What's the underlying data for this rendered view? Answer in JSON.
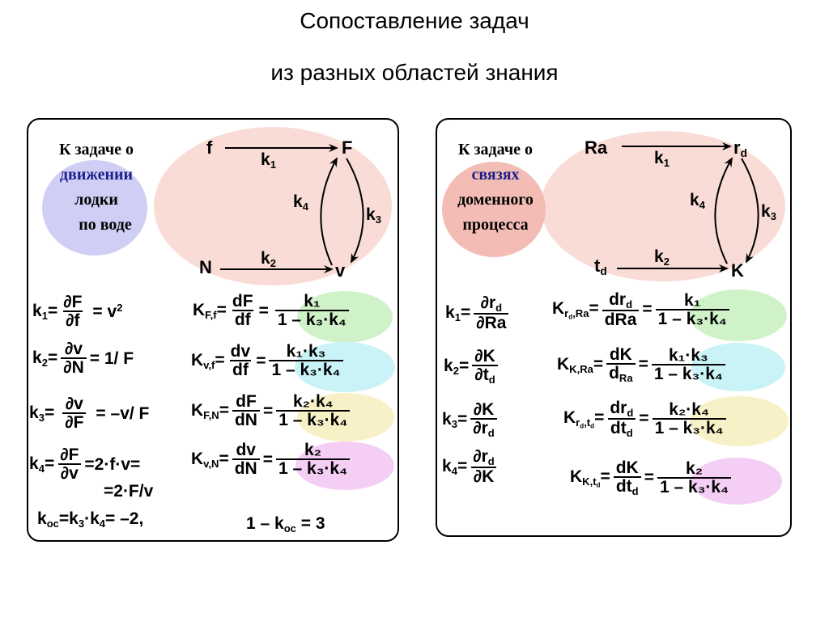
{
  "title": {
    "line1": "Сопоставление  задач",
    "line2": "из разных областей знания"
  },
  "left": {
    "caption": [
      "К  задаче о",
      "движении",
      "лодки",
      "по воде"
    ],
    "nodes": {
      "f": "f",
      "F": "F",
      "N": "N",
      "v": "v"
    },
    "arrows": {
      "top": "k",
      "top_sub": "1",
      "bottom": "k",
      "bottom_sub": "2",
      "left": "k",
      "left_sub": "4",
      "right": "k",
      "right_sub": "3"
    },
    "defs": [
      {
        "lhs": "k",
        "lhs_sub": "1",
        "eq": "=",
        "num": "∂F",
        "den": "∂f",
        "rhs": "= v",
        "rhs_sup": "2"
      },
      {
        "lhs": "k",
        "lhs_sub": "2",
        "eq": "=",
        "num": "∂v",
        "den": "∂N",
        "rhs": "= 1/ F"
      },
      {
        "lhs": "k",
        "lhs_sub": "3",
        "eq": "=",
        "num": "∂v",
        "den": "∂F",
        "rhs": "= –v/ F"
      },
      {
        "lhs": "k",
        "lhs_sub": "4",
        "eq": "=",
        "num": "∂F",
        "den": "∂v",
        "rhs": "=2·f·v="
      }
    ],
    "def4_cont": "=2·F/v",
    "koc": {
      "k": "k",
      "sub": "oc",
      "mid": "=k",
      "s3": "3",
      "dot": "·k",
      "s4": "4",
      "end": "= –2,",
      "trail": ","
    },
    "koc_formula": {
      "pre": "1 – k",
      "sub": "oc",
      "post": " = 3"
    },
    "transfers": [
      {
        "K": "K",
        "sub": "F,f",
        "num": "dF",
        "den": "df",
        "rnum": "k₁",
        "rden": "1 – k₃·k₄",
        "color": "#cff2c8"
      },
      {
        "K": "K",
        "sub": "v,f",
        "num": "dv",
        "den": "df",
        "rnum": "k₁·k₃",
        "rden": "1 – k₃·k₄",
        "color": "#c9f3f6"
      },
      {
        "K": "K",
        "sub": "F,N",
        "num": "dF",
        "den": "dN",
        "rnum": "k₂·k₄",
        "rden": "1 – k₃·k₄",
        "color": "#f8f1c8"
      },
      {
        "K": "K",
        "sub": "v,N",
        "num": "dv",
        "den": "dN",
        "rnum": "k₂",
        "rden": "1 – k₃·k₄",
        "color": "#f5cef5"
      }
    ]
  },
  "right": {
    "caption": [
      "К  задаче о",
      "связях",
      "доменного",
      "процесса"
    ],
    "nodes": {
      "Ra": "Ra",
      "rd": "r",
      "rd_sub": "d",
      "td": "t",
      "td_sub": "d",
      "K": "K"
    },
    "arrows": {
      "top": "k",
      "top_sub": "1",
      "bottom": "k",
      "bottom_sub": "2",
      "left": "k",
      "left_sub": "4",
      "right": "k",
      "right_sub": "3"
    },
    "defs": [
      {
        "lhs": "k",
        "lhs_sub": "1",
        "eq": "=",
        "num": "∂r",
        "num_sub": "d",
        "den": "∂Ra"
      },
      {
        "lhs": "k",
        "lhs_sub": "2",
        "eq": "=",
        "num": "∂K",
        "den": "∂t",
        "den_sub": "d"
      },
      {
        "lhs": "k",
        "lhs_sub": "3",
        "eq": "=",
        "num": "∂K",
        "den": "∂r",
        "den_sub": "d"
      },
      {
        "lhs": "k",
        "lhs_sub": "4",
        "eq": "=",
        "num": "∂r",
        "num_sub": "d",
        "den": "∂K"
      }
    ],
    "transfers": [
      {
        "K": "K",
        "sub": "r",
        "subsub": "d",
        "sub2": ",Ra",
        "num": "dr",
        "num_sub": "d",
        "den": "dRa",
        "rnum": "k₁",
        "rden": "1 – k₃·k₄",
        "color": "#cff2c8"
      },
      {
        "K": "K",
        "sub": "K,Ra",
        "num": "dK",
        "den": "d",
        "den_sub": "Ra",
        "rnum": "k₁·k₃",
        "rden": "1 – k₃·k₄",
        "color": "#c9f3f6"
      },
      {
        "K": "K",
        "sub": "r",
        "subsub": "d",
        "sub2": ",t",
        "sub2sub": "d",
        "num": "dr",
        "num_sub": "d",
        "den": "dt",
        "den_sub": "d",
        "rnum": "k₂·k₄",
        "rden": "1 – k₃·k₄",
        "color": "#f8f1c8"
      },
      {
        "K": "K",
        "sub": "K,t",
        "subsub2": "d",
        "num": "dK",
        "den": "dt",
        "den_sub": "d",
        "rnum": "k₂",
        "rden": "1 – k₃·k₄",
        "color": "#f5cef5"
      }
    ]
  },
  "colors": {
    "blue_circle": "#cfcff5",
    "pink_ellipse": "#f9dcd6",
    "red_circle": "#f3bdb5",
    "caption_blue": "#1e1e8c"
  }
}
